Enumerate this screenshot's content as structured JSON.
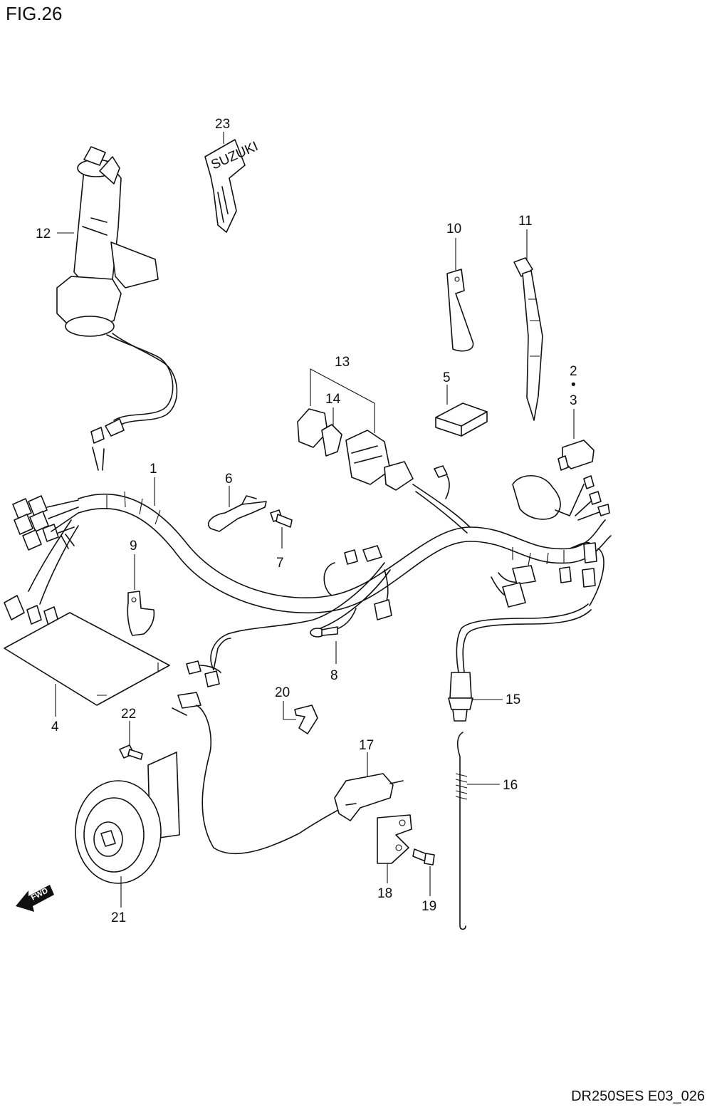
{
  "figure": {
    "title": "FIG.26",
    "drawing_code": "DR250SES E03_026"
  },
  "fwd_label": "FWD",
  "key_brand": "SUZUKI",
  "callouts": [
    {
      "id": "c1",
      "label": "1"
    },
    {
      "id": "c2",
      "label": "2"
    },
    {
      "id": "c2dot",
      "label": "•"
    },
    {
      "id": "c3",
      "label": "3"
    },
    {
      "id": "c4",
      "label": "4"
    },
    {
      "id": "c5",
      "label": "5"
    },
    {
      "id": "c6",
      "label": "6"
    },
    {
      "id": "c7",
      "label": "7"
    },
    {
      "id": "c8",
      "label": "8"
    },
    {
      "id": "c9",
      "label": "9"
    },
    {
      "id": "c10",
      "label": "10"
    },
    {
      "id": "c11",
      "label": "11"
    },
    {
      "id": "c12",
      "label": "12"
    },
    {
      "id": "c13",
      "label": "13"
    },
    {
      "id": "c14",
      "label": "14"
    },
    {
      "id": "c15",
      "label": "15"
    },
    {
      "id": "c16",
      "label": "16"
    },
    {
      "id": "c17",
      "label": "17"
    },
    {
      "id": "c18",
      "label": "18"
    },
    {
      "id": "c19",
      "label": "19"
    },
    {
      "id": "c20",
      "label": "20"
    },
    {
      "id": "c21",
      "label": "21"
    },
    {
      "id": "c22",
      "label": "22"
    },
    {
      "id": "c23",
      "label": "23"
    }
  ]
}
